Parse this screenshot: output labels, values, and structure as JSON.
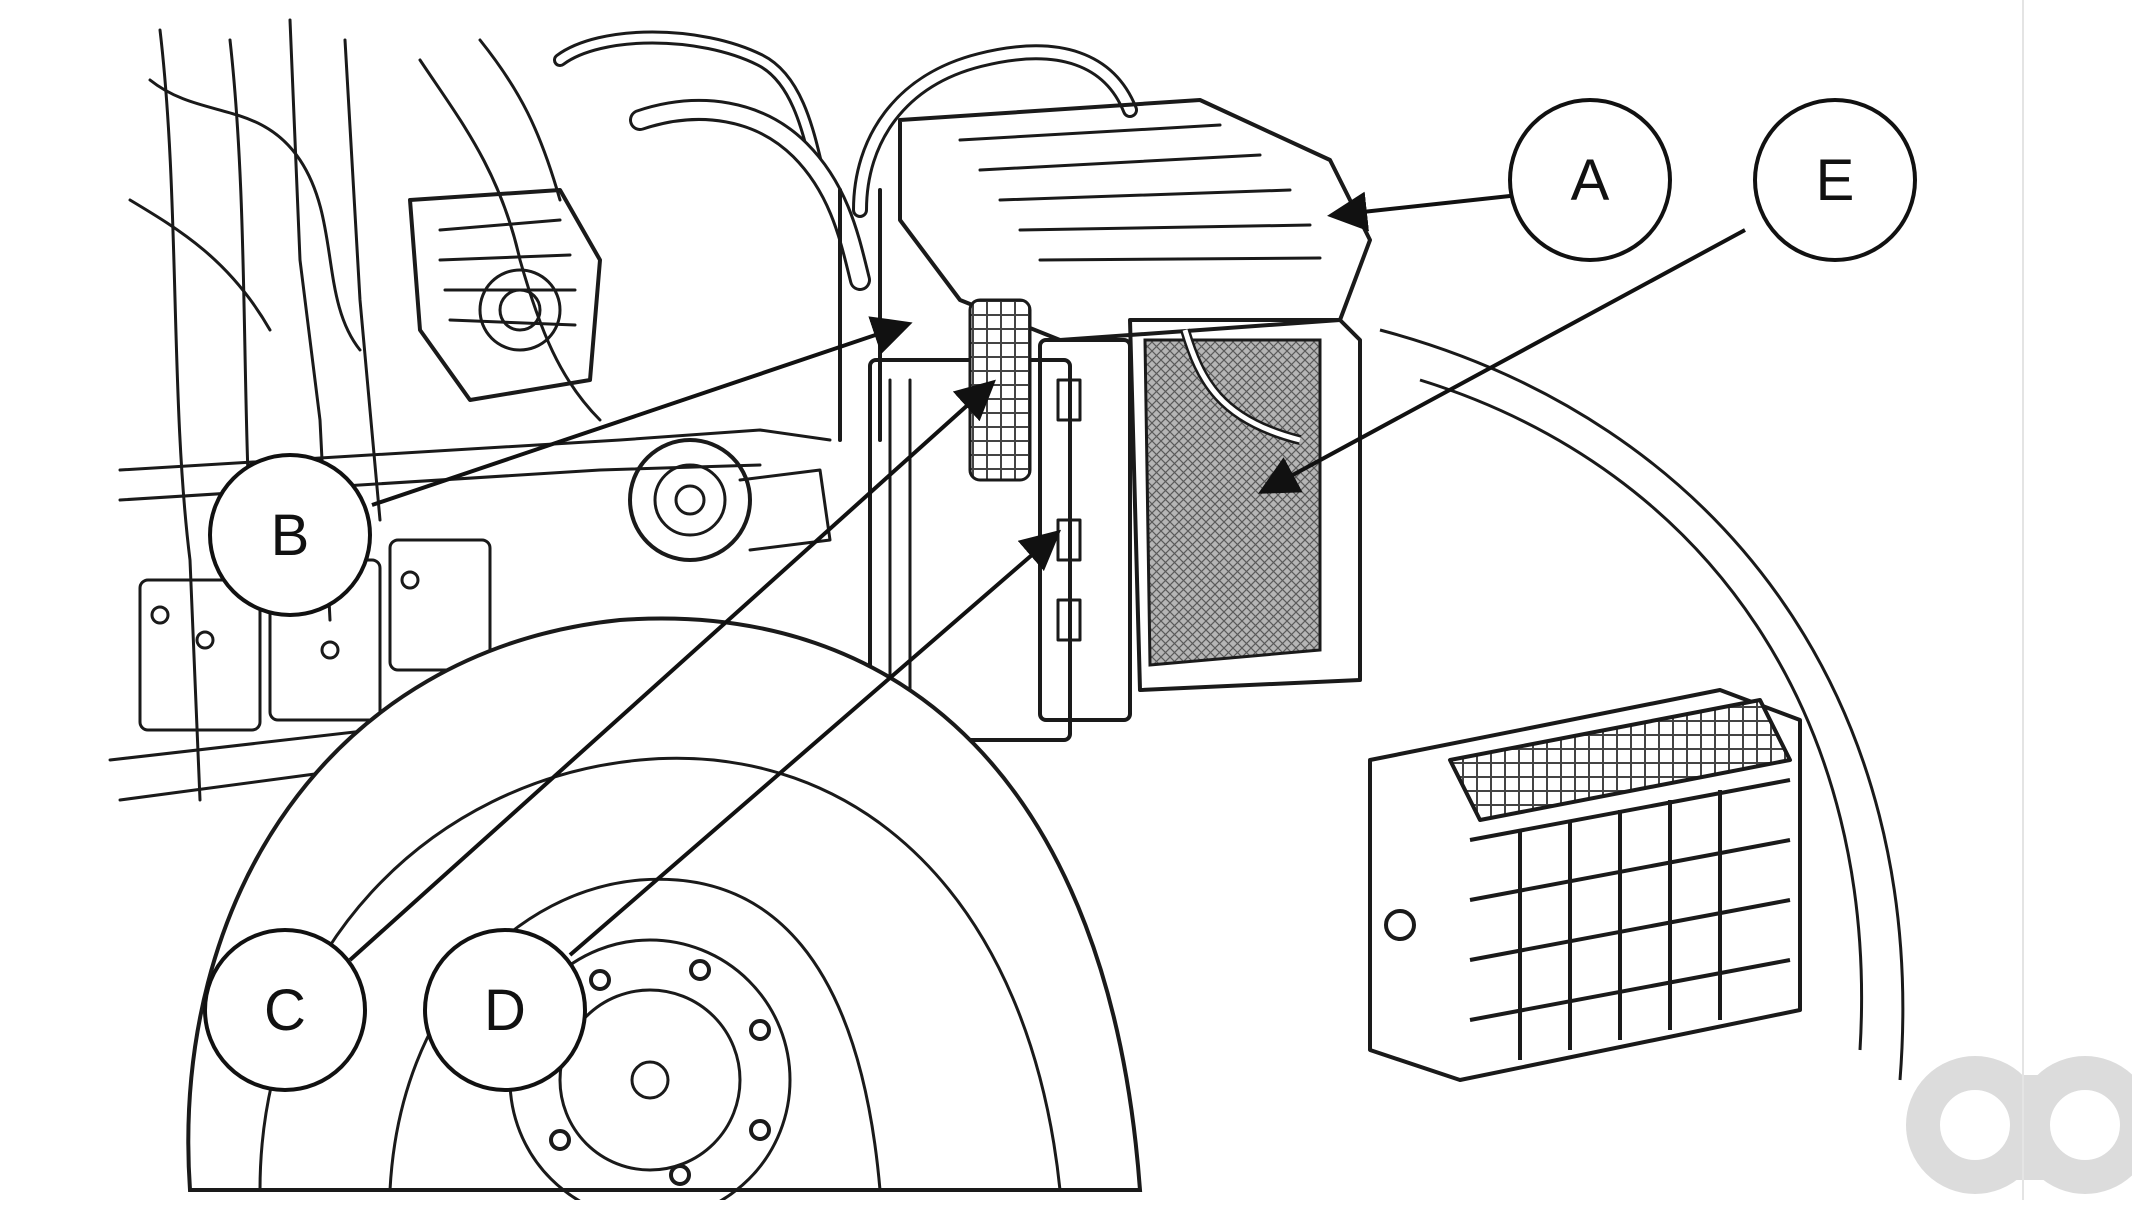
{
  "callouts": [
    {
      "id": "A",
      "label": "A"
    },
    {
      "id": "B",
      "label": "B"
    },
    {
      "id": "C",
      "label": "C"
    },
    {
      "id": "D",
      "label": "D"
    },
    {
      "id": "E",
      "label": "E"
    }
  ],
  "colors": {
    "line": "#1a1a1a",
    "fill": "#ffffff",
    "shade": "#8a8a8a",
    "logo": "#dcdcdc"
  },
  "watermark": {
    "text": "ao",
    "icon": "ao-logo-icon"
  }
}
